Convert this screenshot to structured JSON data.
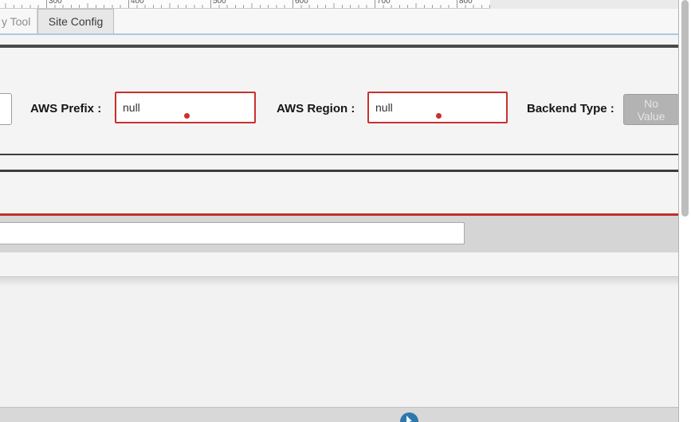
{
  "ruler": {
    "labels": [
      "300",
      "400",
      "500",
      "600",
      "700",
      "800"
    ]
  },
  "tabs": {
    "query_tool": {
      "label": "y Tool",
      "active": false
    },
    "site_config": {
      "label": "Site Config",
      "active": true
    }
  },
  "form": {
    "aws_prefix": {
      "label": "AWS Prefix :",
      "value": "null"
    },
    "aws_region": {
      "label": "AWS Region :",
      "value": "null"
    },
    "backend_type": {
      "label": "Backend Type :",
      "value": "No Value"
    },
    "left_partial_input": {
      "value": ""
    },
    "wide_input": {
      "value": ""
    }
  },
  "icons": {
    "invalid_dot": "red-dot",
    "footer_button": "cursor-arrow"
  },
  "colors": {
    "error_red": "#c9302c",
    "red_divider": "#bf2f2b",
    "tab_underline_blue": "#a6cbe0",
    "footer_button_blue": "#2e77ad",
    "dark_divider": "#3d3d3d"
  }
}
